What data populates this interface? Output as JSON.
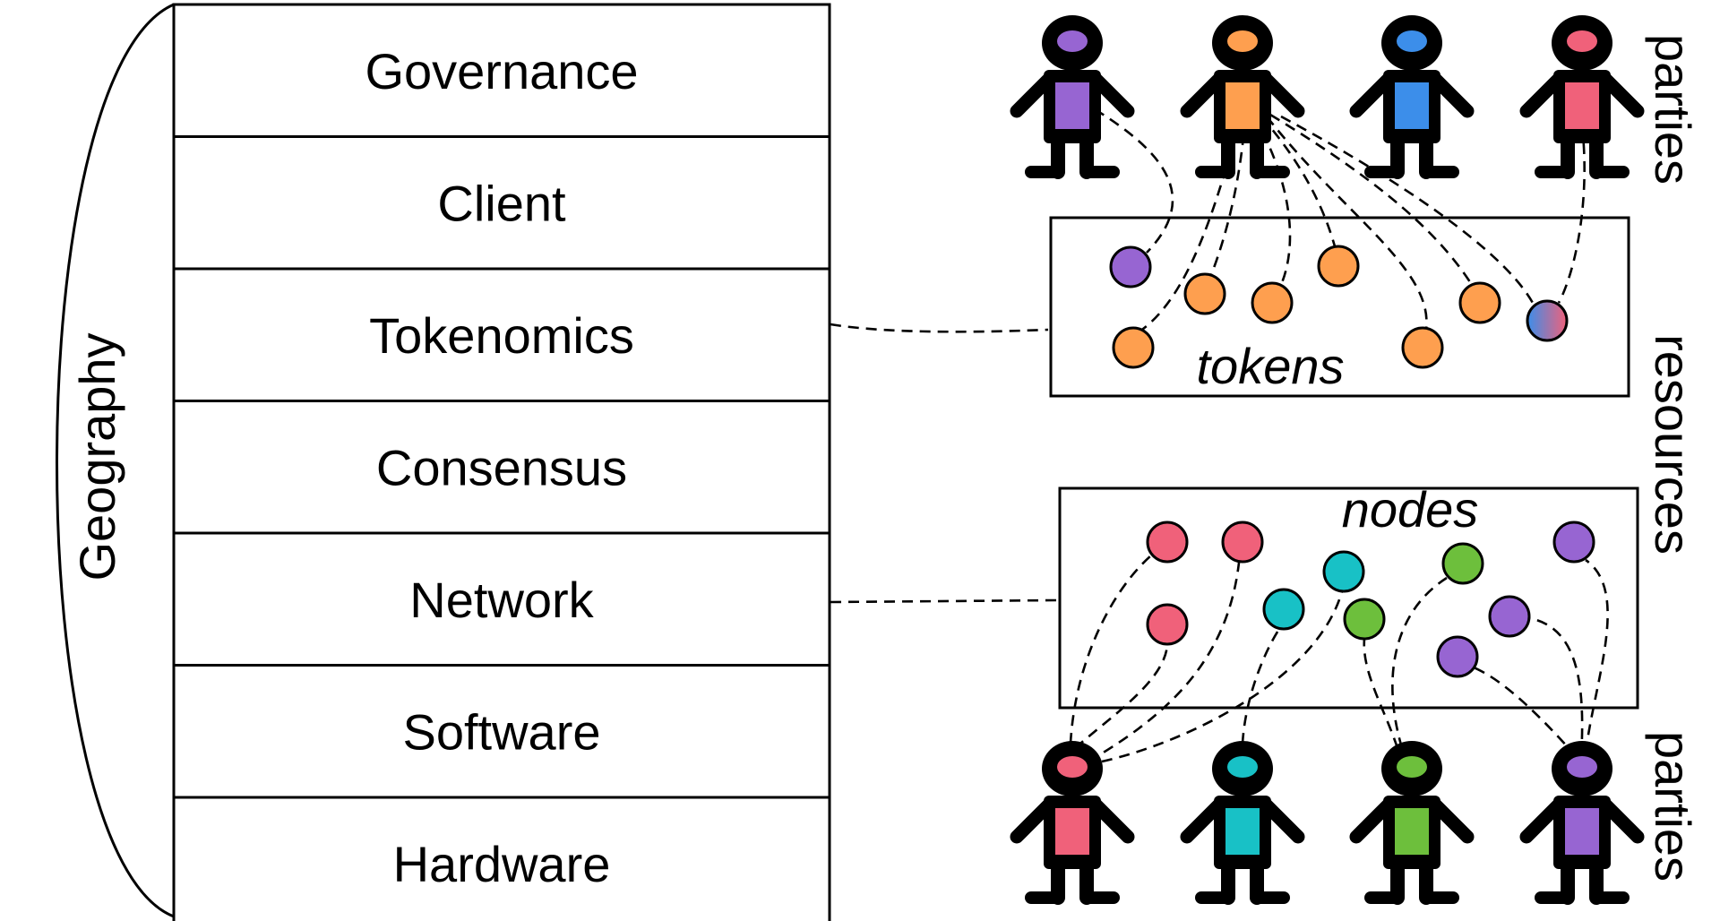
{
  "left_arc_label": "Geography",
  "layers": [
    "Governance",
    "Client",
    "Tokenomics",
    "Consensus",
    "Network",
    "Software",
    "Hardware"
  ],
  "tokens_box_label": "tokens",
  "nodes_box_label": "nodes",
  "right_labels": {
    "top": "parties",
    "middle": "resources",
    "bottom": "parties"
  },
  "colors": {
    "purple": "#9765d2",
    "orange": "#fe9f4f",
    "blue": "#3c8eea",
    "red": "#f0617a",
    "teal": "#18c1c6",
    "green": "#6dbf3c"
  },
  "top_parties": [
    {
      "name": "party-purple",
      "color": "purple"
    },
    {
      "name": "party-orange",
      "color": "orange"
    },
    {
      "name": "party-blue",
      "color": "blue"
    },
    {
      "name": "party-red",
      "color": "red"
    }
  ],
  "bottom_parties": [
    {
      "name": "party-red",
      "color": "red"
    },
    {
      "name": "party-teal",
      "color": "teal"
    },
    {
      "name": "party-green",
      "color": "green"
    },
    {
      "name": "party-purple",
      "color": "purple"
    }
  ],
  "tokens": [
    {
      "color": "purple"
    },
    {
      "color": "orange"
    },
    {
      "color": "orange"
    },
    {
      "color": "orange"
    },
    {
      "color": "orange"
    },
    {
      "color": "orange"
    },
    {
      "color": "orange"
    },
    {
      "color": "blue-red"
    }
  ],
  "nodes": [
    {
      "color": "red"
    },
    {
      "color": "red"
    },
    {
      "color": "red"
    },
    {
      "color": "teal"
    },
    {
      "color": "teal"
    },
    {
      "color": "green"
    },
    {
      "color": "green"
    },
    {
      "color": "purple"
    },
    {
      "color": "purple"
    },
    {
      "color": "purple"
    }
  ]
}
